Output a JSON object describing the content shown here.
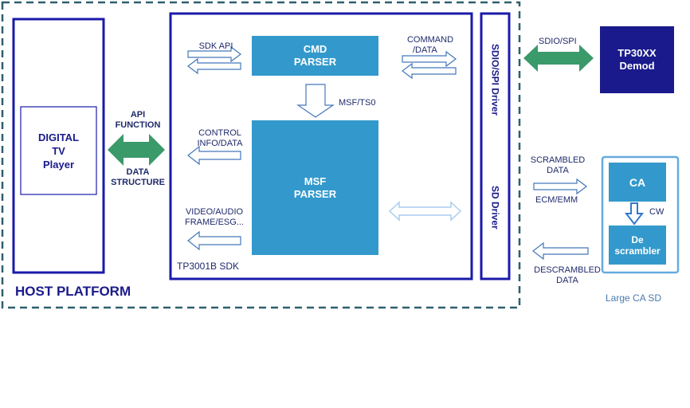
{
  "host_platform": {
    "label": "HOST PLATFORM"
  },
  "player": {
    "line1": "DIGITAL",
    "line2": "TV",
    "line3": "Player"
  },
  "api": {
    "top1": "API",
    "top2": "FUNCTION",
    "bottom1": "DATA",
    "bottom2": "STRUCTURE"
  },
  "sdk": {
    "label": "TP3001B SDK",
    "sdk_api": "SDK API",
    "cmd_line1": "CMD",
    "cmd_line2": "PARSER",
    "command1": "COMMAND",
    "command2": "/DATA",
    "msf_ts0": "MSF/TS0",
    "control1": "CONTROL",
    "control2": "INFO/DATA",
    "msf_line1": "MSF",
    "msf_line2": "PARSER",
    "video1": "VIDEO/AUDIO",
    "video2": "FRAME/ESG..."
  },
  "drivers": {
    "sdio": "SDIO/SPI Driver",
    "sd": "SD Driver"
  },
  "demod": {
    "link": "SDIO/SPI",
    "line1": "TP30XX",
    "line2": "Demod"
  },
  "ca": {
    "scrambled1": "SCRAMBLED",
    "scrambled2": "DATA",
    "ecm": "ECM/EMM",
    "ca_label": "CA",
    "cw": "CW",
    "desc1": "De",
    "desc2": "scrambler",
    "descrambled1": "DESCRAMBLED",
    "descrambled2": "DATA",
    "card_label": "Large CA SD"
  },
  "colors": {
    "navy": "#1a1aaa",
    "dash": "#2e5f6e",
    "block_blue": "#3399cc",
    "demod": "#1a1a8c",
    "green": "#3a9a6a",
    "arrow_outline": "#4477bb"
  }
}
